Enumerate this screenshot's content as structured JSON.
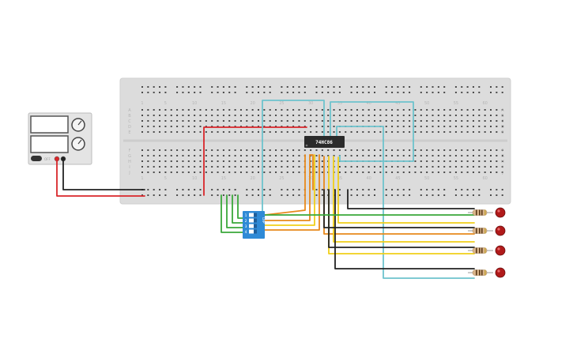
{
  "breadboard": {
    "column_numbers": [
      "1",
      "5",
      "10",
      "15",
      "20",
      "25",
      "30",
      "35",
      "40",
      "45",
      "50",
      "55",
      "60"
    ],
    "row_letters_top": [
      "A",
      "B",
      "C",
      "D",
      "E"
    ],
    "row_letters_bottom": [
      "F",
      "G",
      "H",
      "I",
      "J"
    ]
  },
  "chip": {
    "label": "74HC86"
  },
  "dip_switch": {
    "title": "DIP",
    "numbers": [
      "1",
      "2",
      "3",
      "4"
    ]
  },
  "power_supply": {
    "off_label": "OFF"
  },
  "colors": {
    "red": "#d9262a",
    "black": "#222222",
    "green": "#3aa83a",
    "orange": "#e8891c",
    "yellow": "#f0cf1a",
    "cyan": "#6dc3cd",
    "chip": "#2b2b2b",
    "dip": "#2f8ad6",
    "led": "#b01a1a"
  },
  "leds": [
    {
      "id": "led-1"
    },
    {
      "id": "led-2"
    },
    {
      "id": "led-3"
    },
    {
      "id": "led-4"
    }
  ]
}
